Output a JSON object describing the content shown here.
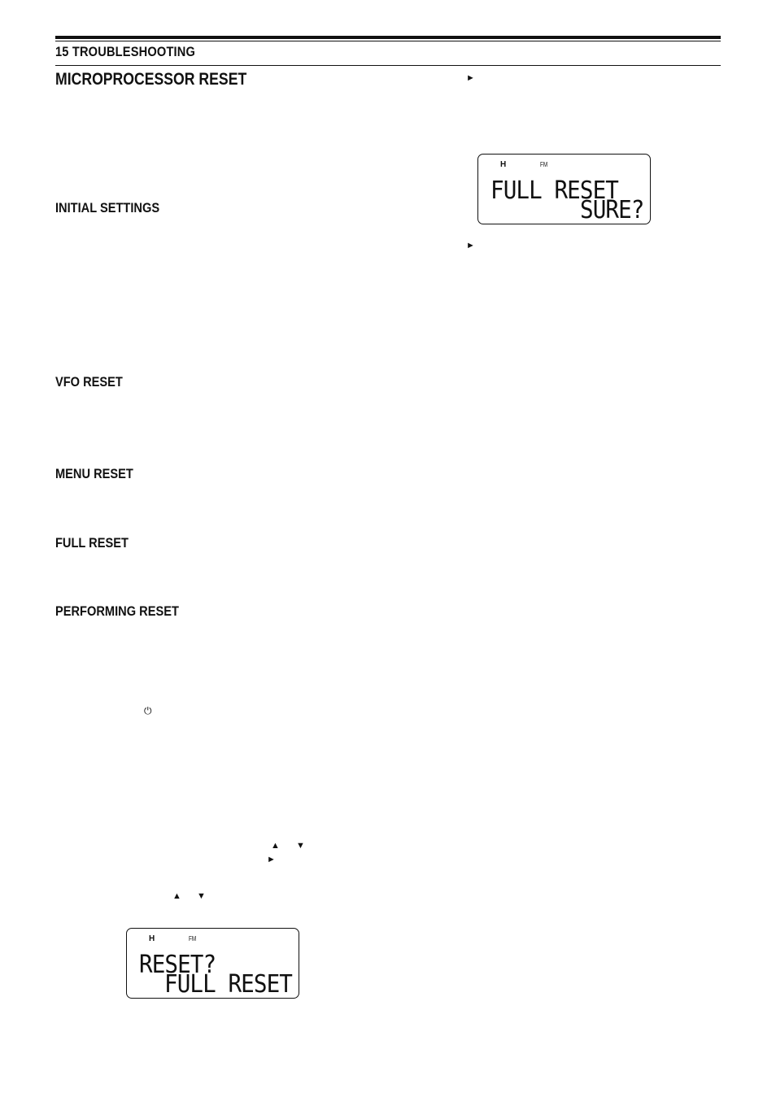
{
  "header": {
    "chapter": "15 TROUBLESHOOTING"
  },
  "title": "MICROPROCESSOR RESET",
  "headings": {
    "initial_settings": "INITIAL SETTINGS",
    "vfo_reset": "VFO RESET",
    "menu_reset": "MENU RESET",
    "full_reset": "FULL RESET",
    "performing_reset": "PERFORMING RESET"
  },
  "glyphs": {
    "power": "⏻",
    "up": "▲",
    "down": "▼",
    "right": "►"
  },
  "lcd_reset": {
    "indicator_h": "H",
    "indicator_fm": "FM",
    "line1": "RESET?",
    "line2": "FULL RESET"
  },
  "lcd_sure": {
    "indicator_h": "H",
    "indicator_fm": "FM",
    "line1": "FULL RESET",
    "line2": "SURE?"
  }
}
